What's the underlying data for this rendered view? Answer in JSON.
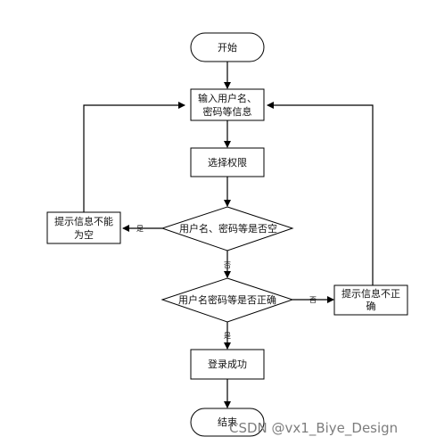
{
  "flowchart": {
    "nodes": {
      "start": "开始",
      "input_line1": "输入用户名、",
      "input_line2": "密码等信息",
      "select_role": "选择权限",
      "check_empty": "用户名、密码等是否空",
      "empty_msg_line1": "提示信息不能",
      "empty_msg_line2": "为空",
      "check_correct": "用户名密码等是否正确",
      "wrong_msg_line1": "提示信息不正",
      "wrong_msg_line2": "确",
      "login_success": "登录成功",
      "end": "结束"
    },
    "edges": {
      "empty_yes": "是",
      "empty_no": "否",
      "correct_no": "否",
      "correct_yes": "是"
    }
  },
  "watermark": "CSDN @vx1_Biye_Design"
}
